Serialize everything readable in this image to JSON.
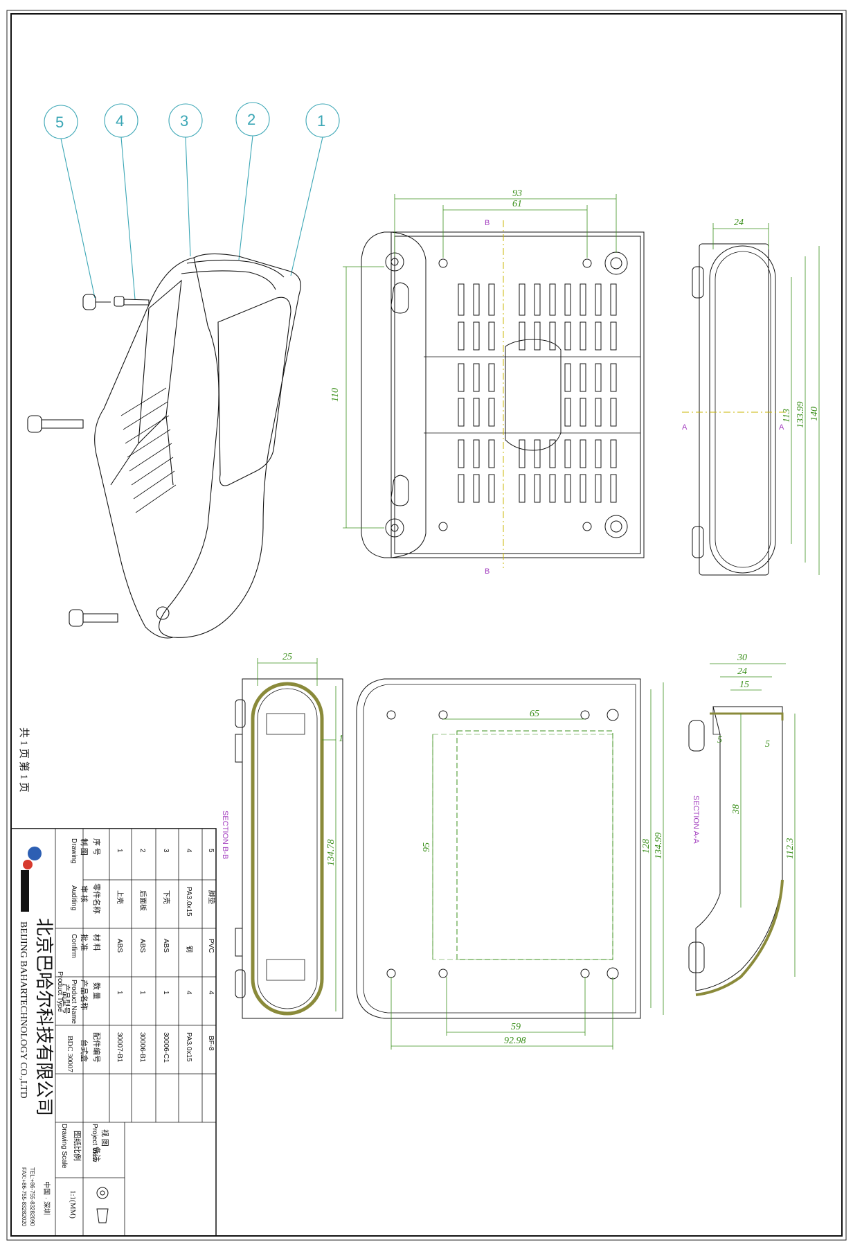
{
  "balloons": [
    "5",
    "4",
    "3",
    "2",
    "1"
  ],
  "top_view": {
    "dims": {
      "w93": "93",
      "w61": "61",
      "h110": "110"
    },
    "section_mark": "B"
  },
  "side_view": {
    "dims": {
      "w24": "24",
      "h113": "113",
      "h133": "133.99",
      "h140": "140"
    },
    "section_mark": "A"
  },
  "section_bb": {
    "label": "SECTION B-B",
    "dims": {
      "w25": "25",
      "t1": "1",
      "h134": "134.78"
    }
  },
  "front_view": {
    "dims": {
      "w65": "65",
      "h95": "95",
      "h128": "128",
      "h134": "134.99",
      "w59": "59",
      "w92": "92.98"
    }
  },
  "section_aa": {
    "label": "SECTION A-A",
    "dims": {
      "w30": "30",
      "w24": "24",
      "w15": "15",
      "d5a": "5",
      "d5b": "5",
      "d38": "38",
      "h112": "112.3"
    }
  },
  "page_info": "共 1 页  第 1 页",
  "title_block": {
    "headers": {
      "seq": "序 号",
      "part_name": "零件名称",
      "material": "材 料",
      "qty": "数 量",
      "part_no": "配件编号",
      "remark": "备注"
    },
    "rows": [
      {
        "seq": "5",
        "name": "脚垫",
        "material": "PVC",
        "qty": "4",
        "code": "BF-8"
      },
      {
        "seq": "4",
        "name": "PA3.0x15",
        "material": "钢",
        "qty": "4",
        "code": "PA3.0x15"
      },
      {
        "seq": "3",
        "name": "下壳",
        "material": "ABS",
        "qty": "1",
        "code": "30006-C1"
      },
      {
        "seq": "2",
        "name": "后面板",
        "material": "ABS",
        "qty": "1",
        "code": "30006-B1"
      },
      {
        "seq": "1",
        "name": "上壳",
        "material": "ABS",
        "qty": "1",
        "code": "30007-B1"
      }
    ],
    "roles": {
      "drawing": "制 图",
      "drawing_en": "Drawing",
      "auditing": "审 核",
      "auditing_en": "Auditing",
      "confirm": "批 准",
      "confirm_en": "Confirm"
    },
    "product_name_label": "产品名称",
    "product_name_en": "Product Name",
    "product_name": "台式盒",
    "product_type_label": "产品型号",
    "product_type_en": "Product Type",
    "product_type": "BDC 30007",
    "view_label": "视 图",
    "view_en": "Project View",
    "scale_label": "图纸比例",
    "scale_en": "Drawing Scale",
    "scale": "1:1(MM)",
    "company_cn": "北京巴哈尔科技有限公司",
    "company_en": "BEIJING BAHARTECHNOLOGY CO.,LTD",
    "brand": "BAHAR",
    "location": "中国 · 深圳",
    "tel": "TEL:+86-755-83282090",
    "fax": "FAX:+86-755-83282020"
  }
}
